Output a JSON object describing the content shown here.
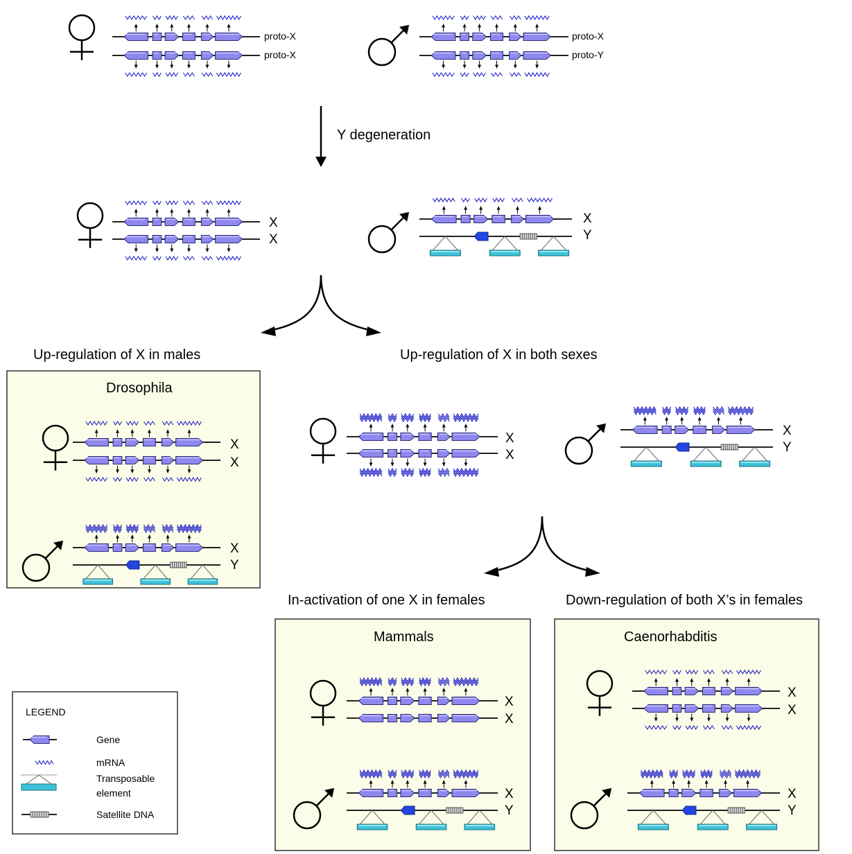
{
  "colors": {
    "gene_fill": "#8f88ee",
    "gene_stroke": "#2a2a7a",
    "mrna": "#2525c8",
    "te_fill": "#3cc3d8",
    "box_fill": "#fbfde8",
    "y_gene": "#2346e0",
    "satellite": "#999999"
  },
  "top": {
    "female_labels": [
      "proto-X",
      "proto-X"
    ],
    "male_labels": [
      "proto-X",
      "proto-Y"
    ]
  },
  "step1_label": "Y degeneration",
  "stage2": {
    "female_labels": [
      "X",
      "X"
    ],
    "male_labels": [
      "X",
      "Y"
    ]
  },
  "branch_left_title": "Up-regulation of X in males",
  "branch_right_title": "Up-regulation of X in both sexes",
  "drosophila": {
    "title": "Drosophila",
    "female_labels": [
      "X",
      "X"
    ],
    "male_labels": [
      "X",
      "Y"
    ]
  },
  "both_sexes": {
    "female_labels": [
      "X",
      "X"
    ],
    "male_labels": [
      "X",
      "Y"
    ]
  },
  "sub_left_title": "In-activation of one X in females",
  "sub_right_title": "Down-regulation of both X’s in females",
  "mammals": {
    "title": "Mammals",
    "female_labels": [
      "X",
      "X"
    ],
    "male_labels": [
      "X",
      "Y"
    ]
  },
  "caenorhabditis": {
    "title": "Caenorhabditis",
    "female_labels": [
      "X",
      "X"
    ],
    "male_labels": [
      "X",
      "Y"
    ]
  },
  "legend": {
    "title": "LEGEND",
    "items": [
      {
        "icon": "gene-icon",
        "label": "Gene"
      },
      {
        "icon": "mrna-icon",
        "label": "mRNA"
      },
      {
        "icon": "transposable-element-icon",
        "label": [
          "Transposable",
          "element"
        ]
      },
      {
        "icon": "satellite-dna-icon",
        "label": "Satellite DNA"
      }
    ]
  }
}
